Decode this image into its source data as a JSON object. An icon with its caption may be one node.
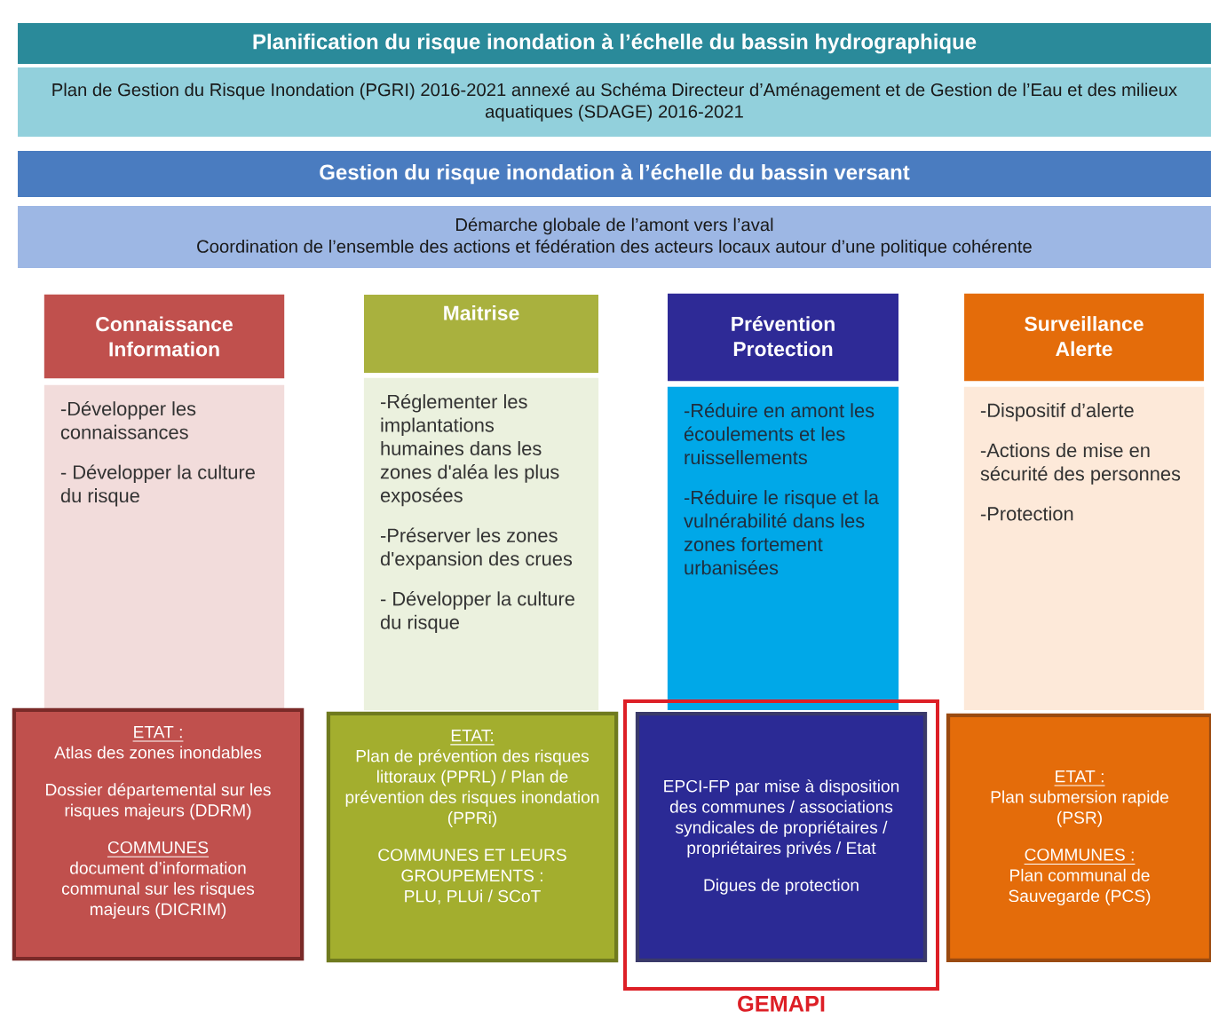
{
  "diagram": {
    "nodes": [
      {
        "text": [
          "Planification du risque inondation à l’échelle du bassin hydrographique"
        ]
      },
      {
        "text": [
          "Plan de Gestion du Risque Inondation (PGRI) 2016-2021 annexé au Schéma Directeur d’Aménagement et de Gestion de l’Eau et des milieux aquatiques (SDAGE) 2016-2021"
        ]
      },
      {
        "text": [
          "Gestion du risque inondation à l’échelle du bassin versant"
        ]
      },
      {
        "text": [
          "Démarche globale de l’amont vers l’aval",
          "Coordination de l’ensemble des actions et fédération des acteurs locaux autour d’une politique cohérente"
        ]
      },
      {
        "text": [
          "Connaissance Information"
        ]
      },
      {
        "text": [
          "Maitrise"
        ]
      },
      {
        "text": [
          "Prévention Protection"
        ]
      },
      {
        "text": [
          "Surveillance Alerte"
        ]
      },
      {
        "text": [
          "-Développer les connaissances",
          "- Développer la culture du risque"
        ]
      },
      {
        "text": [
          "-Réglementer les implantations humaines dans les zones d'aléa les plus exposées",
          "-Préserver les zones d'expansion des crues",
          "- Développer la culture du risque"
        ]
      },
      {
        "text": [
          "-Réduire en amont les écoulements et les ruissellements",
          "-Réduire le risque et la vulnérabilité dans les zones fortement urbanisées"
        ]
      },
      {
        "text": [
          "-Dispositif d’alerte",
          "-Actions de mise en sécurité des personnes",
          "-Protection"
        ]
      },
      {
        "text": [
          "ETAT :",
          "Atlas des zones inondables",
          "Dossier départemental sur les risques majeurs (DDRM)",
          "COMMUNES",
          "document d’information communal sur les risques majeurs (DICRIM)"
        ]
      },
      {
        "text": [
          "ETAT:",
          "Plan de prévention des risques littoraux (PPRL) / Plan de prévention des risques inondation (PPRi)",
          "COMMUNES ET LEURS GROUPEMENTS :",
          "PLU, PLUi / SCoT"
        ]
      },
      {
        "text": [
          "GEMAPI"
        ]
      },
      {
        "text": [
          "EPCI-FP par mise à disposition des communes / associations syndicales de propriétaires / propriétaires privés / Etat",
          "Digues de protection"
        ],
        "in": 14
      },
      {
        "text": [
          "ETAT :",
          "Plan submersion rapide (PSR)",
          "COMMUNES :",
          "Plan communal de Sauvegarde (PCS)"
        ]
      }
    ]
  }
}
